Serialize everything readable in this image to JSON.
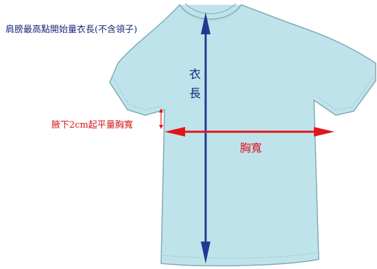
{
  "diagram": {
    "type": "tshirt-measurement-guide",
    "colors": {
      "shirt_fill": "#bfe3ea",
      "shirt_stroke": "#7fa9b5",
      "length_arrow": "#1f3a93",
      "chest_arrow": "#e0151b",
      "instruction_text": "#1a2a7a",
      "chest_text": "#d9141b"
    },
    "labels": {
      "shoulder_instruction": "肩膀最高點開始量衣長(不含領子)",
      "length_char_1": "衣",
      "length_char_2": "長",
      "armpit_instruction": "腋下2cm起平量胸寬",
      "chest_label": "胸寬"
    }
  }
}
